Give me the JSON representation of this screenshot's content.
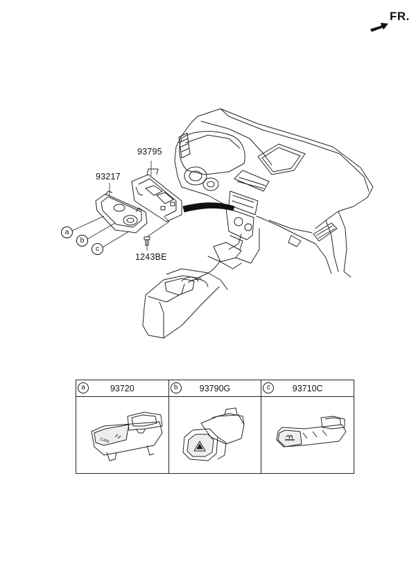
{
  "orientation": {
    "label": "FR.",
    "icon": "front-direction-arrow-icon"
  },
  "main_assembly": {
    "parts": [
      {
        "code": "93795"
      },
      {
        "code": "93217"
      },
      {
        "code": "1243BE"
      }
    ],
    "callouts": [
      "a",
      "b",
      "c"
    ]
  },
  "parts_table": {
    "columns": [
      {
        "letter": "a",
        "code": "93720",
        "icon": "switch-module-icon"
      },
      {
        "letter": "b",
        "code": "93790G",
        "icon": "hazard-switch-icon"
      },
      {
        "letter": "c",
        "code": "93710C",
        "icon": "heated-seat-switch-icon"
      }
    ]
  }
}
